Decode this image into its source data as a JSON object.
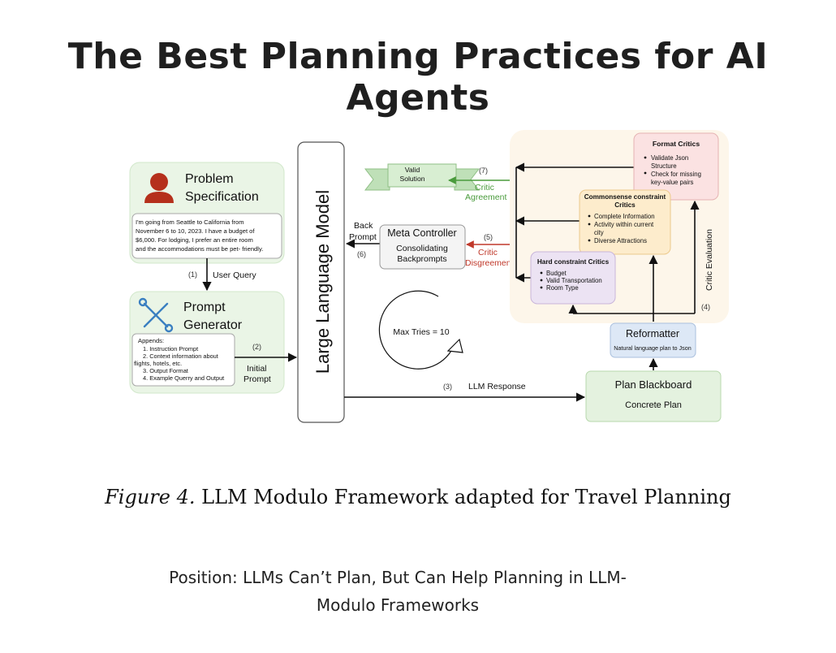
{
  "title": "The Best Planning Practices for AI Agents",
  "diagram": {
    "problem_specification": {
      "title_line1": "Problem",
      "title_line2": "Specification",
      "icon": "person-icon",
      "query_lines": [
        "I'm going from Seattle to California from",
        "November 6 to 10, 2023. I have a budget of",
        "$6,000. For lodging, I prefer an entire room",
        "and the accommodations must be pet-   friendly."
      ]
    },
    "step1_label": "(1)",
    "user_query_label": "User Query",
    "prompt_generator": {
      "title_line1": "Prompt",
      "title_line2": "Generator",
      "icon": "tools-icon",
      "appends_title": "Appends:",
      "appends_lines": [
        "1. Instruction Prompt",
        "2. Context information about",
        "flights, hotels, etc.",
        "3. Output Format",
        "4. Example Querry and Output"
      ]
    },
    "step2_label": "(2)",
    "initial_prompt_line1": "Initial",
    "initial_prompt_line2": "Prompt",
    "llm_label": "Large Language Model",
    "back_prompt_line1": "Back",
    "back_prompt_line2": "Prompt",
    "step6_label": "(6)",
    "meta_controller": {
      "title": "Meta Controller",
      "line1": "Consolidating",
      "line2": "Backprompts"
    },
    "valid_solution_line1": "Valid",
    "valid_solution_line2": "Solution",
    "step7_label": "(7)",
    "critic_agreement_line1": "Critic",
    "critic_agreement_line2": "Agreement",
    "step5_label": "(5)",
    "critic_disagreement_line1": "Critic",
    "critic_disagreement_line2": "Disgreement",
    "max_tries": "Max Tries = 10",
    "step3_label": "(3)",
    "llm_response_label": "LLM Response",
    "format_critics": {
      "title": "Format Critics",
      "items": [
        "Validate Json",
        "Structure",
        "Check for missing",
        "key-value pairs"
      ]
    },
    "commonsense_critics": {
      "title_line1": "Commonsense constraint",
      "title_line2": "Critics",
      "items": [
        "Complete Information",
        "Activity within current",
        "city",
        "Diverse Attractions"
      ]
    },
    "hard_critics": {
      "title": "Hard constraint Critics",
      "items": [
        "Budget",
        "Valid Transportation",
        "Room Type"
      ]
    },
    "critic_evaluation_label": "Critic Evaluation",
    "step4_label": "(4)",
    "reformatter": {
      "title": "Reformatter",
      "subtitle": "Natural language plan to Json"
    },
    "plan_blackboard": {
      "title": "Plan Blackboard",
      "subtitle": "Concrete Plan"
    },
    "colors": {
      "green_box": "#eaf5e6",
      "peach_bg": "#fdf6ea",
      "pink_box": "#fbe2e2",
      "orange_box": "#fdeccc",
      "purple_box": "#ece3f3",
      "blue_box": "#dde8f6",
      "agreement_green": "#4a9b3c",
      "disagreement_red": "#c0392b",
      "person_red": "#b5301c",
      "tools_blue": "#3a7fc1"
    }
  },
  "caption": {
    "figure": "Figure 4.",
    "text": " LLM Modulo Framework adapted for Travel Planning"
  },
  "source": {
    "line1": "Position: LLMs Can’t Plan, But Can Help Planning in LLM-",
    "line2": "Modulo Frameworks"
  }
}
